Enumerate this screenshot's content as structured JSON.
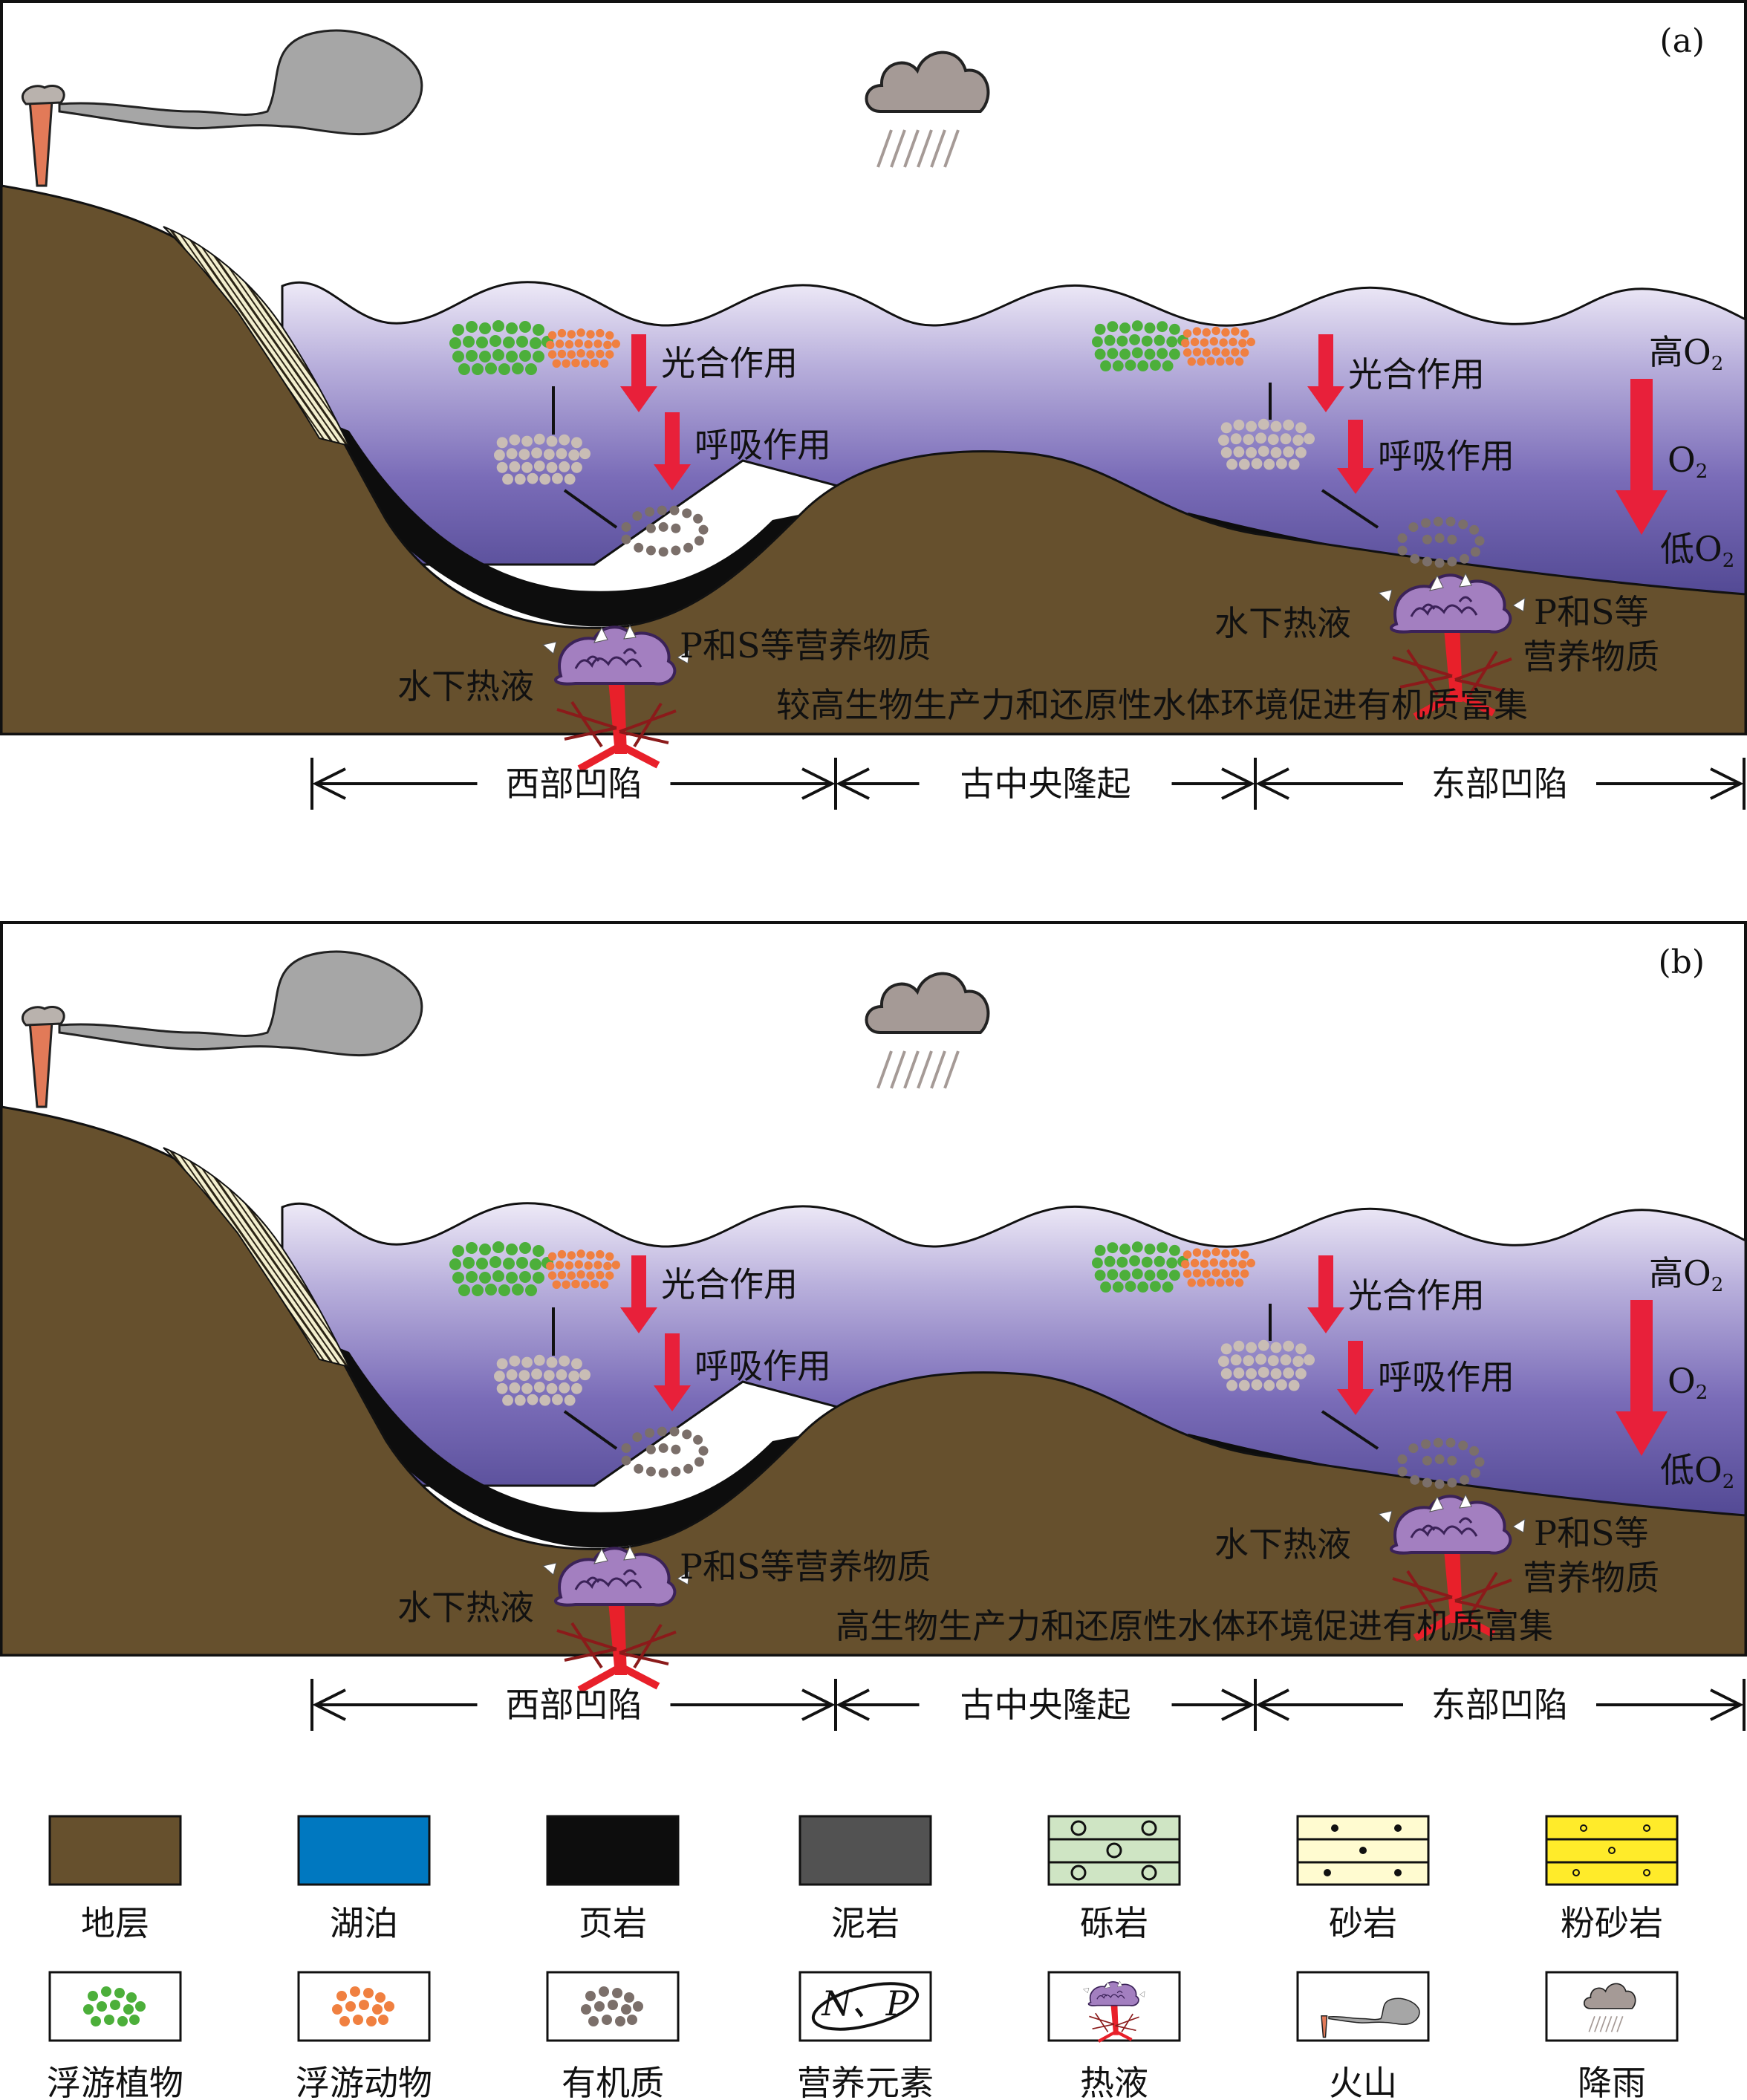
{
  "panels": [
    {
      "id": "a",
      "label": "(a)",
      "photosynthesis": "光合作用",
      "respiration": "呼吸作用",
      "hydrothermal": "水下热液",
      "nutrients": "P和S等营养物质",
      "nutrients_line1": "P和S等",
      "nutrients_line2": "营养物质",
      "summary": "较高生物生产力和还原性水体环境促进有机质富集",
      "oxygen": {
        "high": "高O",
        "mid": "O",
        "low": "低O",
        "sub": "2"
      },
      "zones": [
        "西部凹陷",
        "古中央隆起",
        "东部凹陷"
      ]
    },
    {
      "id": "b",
      "label": "(b)",
      "photosynthesis": "光合作用",
      "respiration": "呼吸作用",
      "hydrothermal": "水下热液",
      "nutrients": "P和S等营养物质",
      "nutrients_line1": "P和S等",
      "nutrients_line2": "营养物质",
      "summary": "高生物生产力和还原性水体环境促进有机质富集",
      "oxygen": {
        "high": "高O",
        "mid": "O",
        "low": "低O",
        "sub": "2"
      },
      "zones": [
        "西部凹陷",
        "古中央隆起",
        "东部凹陷"
      ]
    }
  ],
  "legend": [
    {
      "label": "地层",
      "swatch": "strata",
      "color": "#66502d"
    },
    {
      "label": "湖泊",
      "swatch": "lake",
      "color": "#0078c0"
    },
    {
      "label": "页岩",
      "swatch": "shale",
      "color": "#0d0d0d"
    },
    {
      "label": "泥岩",
      "swatch": "mudstone",
      "color": "#525252"
    },
    {
      "label": "砾岩",
      "swatch": "conglomerate",
      "color": "#cfe5c4"
    },
    {
      "label": "砂岩",
      "swatch": "sandstone",
      "color": "#fffbd0"
    },
    {
      "label": "粉砂岩",
      "swatch": "siltstone",
      "color": "#ffeb2a"
    },
    {
      "label": "浮游植物",
      "swatch": "phytoplankton",
      "color": "#4caf3a"
    },
    {
      "label": "浮游动物",
      "swatch": "zooplankton",
      "color": "#f08040"
    },
    {
      "label": "有机质",
      "swatch": "organic",
      "color": "#7b6f6a"
    },
    {
      "label": "营养元素",
      "swatch": "nutrient",
      "text": "N、P"
    },
    {
      "label": "热液",
      "swatch": "hydrothermal"
    },
    {
      "label": "火山",
      "swatch": "volcano"
    },
    {
      "label": "降雨",
      "swatch": "rain"
    }
  ]
}
